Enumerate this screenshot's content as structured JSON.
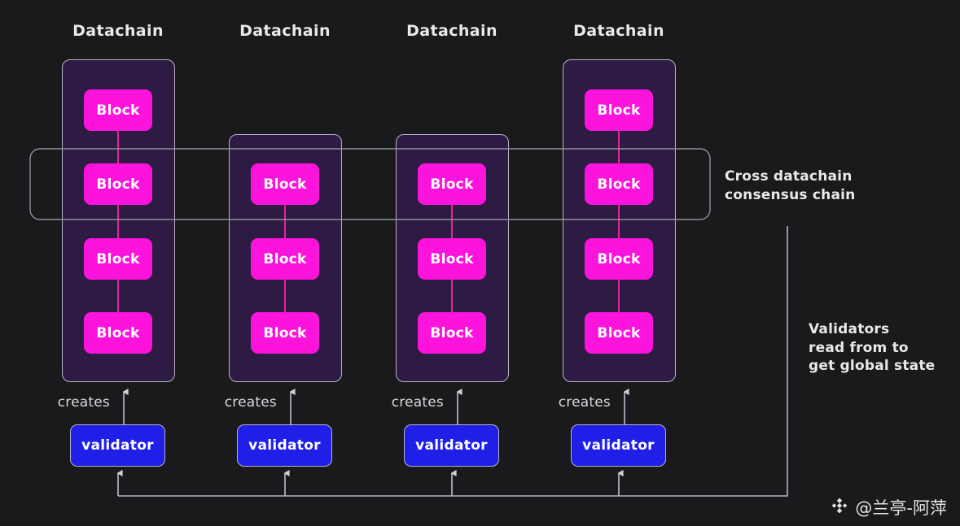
{
  "background": "#1a1a1c",
  "colors": {
    "block_fill": "#fd14dc",
    "validator_fill": "#1f1fe8",
    "datachain_fill": "#2e1b44",
    "stroke": "#b9b2c6",
    "text": "#e9e9ec"
  },
  "columns": [
    {
      "label": "Datachain",
      "blocks": [
        "Block",
        "Block",
        "Block",
        "Block"
      ],
      "creates_label": "creates",
      "validator_label": "validator"
    },
    {
      "label": "Datachain",
      "blocks": [
        "Block",
        "Block",
        "Block"
      ],
      "creates_label": "creates",
      "validator_label": "validator"
    },
    {
      "label": "Datachain",
      "blocks": [
        "Block",
        "Block",
        "Block"
      ],
      "creates_label": "creates",
      "validator_label": "validator"
    },
    {
      "label": "Datachain",
      "blocks": [
        "Block",
        "Block",
        "Block",
        "Block"
      ],
      "creates_label": "creates",
      "validator_label": "validator"
    }
  ],
  "annotations": {
    "consensus": "Cross datachain\nconsensus chain",
    "validators_note": "Validators\nread from to\nget global state"
  },
  "watermark": {
    "icon": "binance-diamond-icon",
    "text": "@兰亭-阿萍"
  }
}
